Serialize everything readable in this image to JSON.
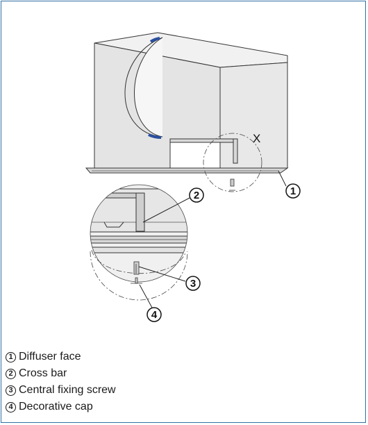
{
  "diagram": {
    "detail_label": "X",
    "callouts": [
      "1",
      "2",
      "3",
      "4"
    ]
  },
  "legend": [
    {
      "num": "1",
      "text": "Diffuser face"
    },
    {
      "num": "2",
      "text": "Cross bar"
    },
    {
      "num": "3",
      "text": "Central fixing screw"
    },
    {
      "num": "4",
      "text": "Decorative cap"
    }
  ],
  "colors": {
    "frame": "#2f6fa3",
    "accent_blue": "#2a4fa0",
    "line": "#333333"
  }
}
